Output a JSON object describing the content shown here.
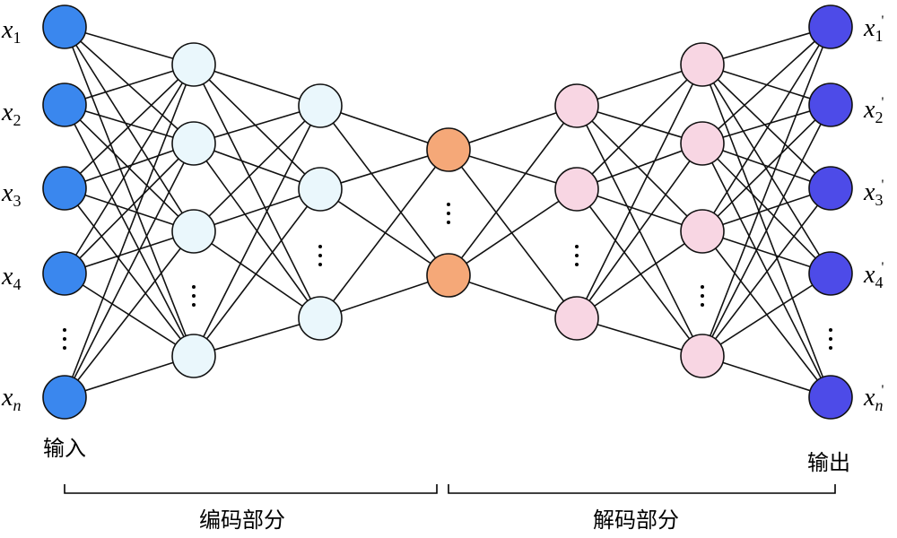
{
  "labels": {
    "input_vars": [
      "x",
      "x",
      "x",
      "x",
      "x"
    ],
    "input_subs": [
      "1",
      "2",
      "3",
      "4",
      "n"
    ],
    "output_vars": [
      "x",
      "x",
      "x",
      "x",
      "x"
    ],
    "output_subs": [
      "1",
      "2",
      "3",
      "4",
      "n"
    ],
    "prime": "'",
    "input_caption": "输入",
    "output_caption": "输出",
    "encoder_caption": "编码部分",
    "decoder_caption": "解码部分"
  },
  "colors": {
    "input": "#3a87ee",
    "hidden_encoder": "#eaf7fc",
    "bottleneck": "#f5a878",
    "hidden_decoder": "#f8d6e3",
    "output": "#4d4be8"
  },
  "layers": [
    {
      "name": "input",
      "visible_nodes": 5,
      "ellipsis_before_last": true
    },
    {
      "name": "encoder-hidden-1",
      "visible_nodes": 4,
      "ellipsis_before_last": true
    },
    {
      "name": "encoder-hidden-2",
      "visible_nodes": 3,
      "ellipsis_before_last": true
    },
    {
      "name": "bottleneck",
      "visible_nodes": 2,
      "ellipsis_before_last": true
    },
    {
      "name": "decoder-hidden-1",
      "visible_nodes": 3,
      "ellipsis_before_last": true
    },
    {
      "name": "decoder-hidden-2",
      "visible_nodes": 4,
      "ellipsis_before_last": true
    },
    {
      "name": "output",
      "visible_nodes": 5,
      "ellipsis_before_last": true
    }
  ]
}
